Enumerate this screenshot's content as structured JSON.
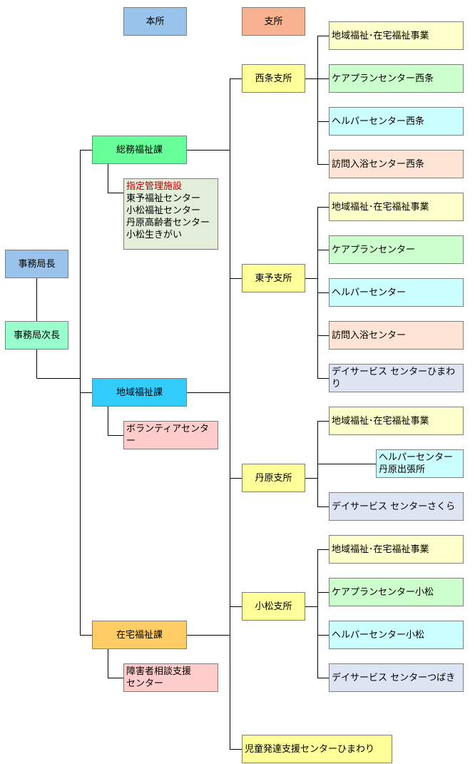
{
  "headers": {
    "honsho": "本所",
    "shisho": "支所"
  },
  "colors": {
    "blue": "#99c3ea",
    "orange": "#f7b38f",
    "green": "#66ff99",
    "cyan": "#33ccff",
    "gold": "#ffcc66",
    "yellow": "#ffff99",
    "paleyellow": "#ffffcc",
    "palegreen": "#ccffcc",
    "palecyan": "#ccffff",
    "peach": "#fde4d4",
    "lavender": "#dde4f2",
    "pink": "#ffcccc",
    "greige": "#e2edda",
    "mint": "#99ffcc"
  },
  "leadership": {
    "director": "事務局長",
    "deputy": "事務局次長"
  },
  "sections": {
    "somu": "総務福祉課",
    "chiiki": "地域福祉課",
    "zaitaku": "在宅福祉課"
  },
  "facilities": {
    "title": "指定管理施設",
    "items": [
      "東予福祉センター",
      "小松福祉センター",
      "丹原高齢者センター",
      "小松生きがい"
    ]
  },
  "volunteer": "ボランティアセンター",
  "shogai": [
    "障害者相談支援",
    "センター"
  ],
  "branches": {
    "saijo": {
      "name": "西条支所",
      "units": [
        "地域福祉･在宅福祉事業",
        "ケアプランセンター西条",
        "ヘルパーセンター西条",
        "訪問入浴センター西条"
      ]
    },
    "toyo": {
      "name": "東予支所",
      "units": [
        "地域福祉･在宅福祉事業",
        "ケアプランセンター",
        "ヘルパーセンター",
        "訪問入浴センター",
        "デイサービス センターひまわり"
      ]
    },
    "tanbara": {
      "name": "丹原支所",
      "units": [
        "地域福祉･在宅福祉事業",
        "デイサービス センターさくら"
      ],
      "helper": [
        "ヘルパーセンター",
        "丹原出張所"
      ]
    },
    "komatsu": {
      "name": "小松支所",
      "units": [
        "地域福祉･在宅福祉事業",
        "ケアプランセンター小松",
        "ヘルパーセンター小松",
        "デイサービス センターつばき"
      ]
    }
  },
  "jido": "児童発達支援センターひまわり"
}
